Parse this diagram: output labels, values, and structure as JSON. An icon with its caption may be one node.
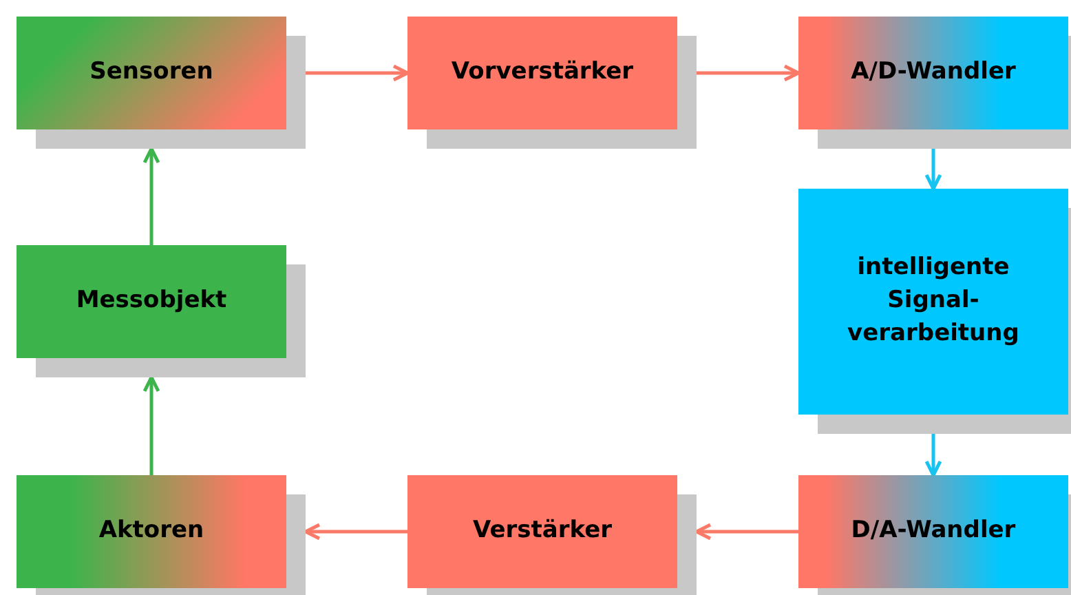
{
  "diagram": {
    "nodes": [
      {
        "text": [
          "Sensoren"
        ]
      },
      {
        "text": [
          "Vorverstärker"
        ]
      },
      {
        "text": [
          "A/D-Wandler"
        ]
      },
      {
        "text": [
          "intelligente Signal- verarbeitung"
        ]
      },
      {
        "text": [
          "D/A-Wandler"
        ]
      },
      {
        "text": [
          "Verstärker"
        ]
      },
      {
        "text": [
          "Aktoren"
        ]
      },
      {
        "text": [
          "Messobjekt"
        ]
      }
    ],
    "edges": [
      {
        "from": 0,
        "to": 1,
        "arrow": "to"
      },
      {
        "from": 1,
        "to": 2,
        "arrow": "to"
      },
      {
        "from": 2,
        "to": 3,
        "arrow": "to",
        "color": "#19c3f0"
      },
      {
        "from": 3,
        "to": 4,
        "arrow": "to",
        "color": "#19c3f0"
      },
      {
        "from": 4,
        "to": 5,
        "arrow": "to"
      },
      {
        "from": 5,
        "to": 6,
        "arrow": "to"
      },
      {
        "from": 6,
        "to": 7,
        "arrow": "to",
        "color": "#3cb44b"
      },
      {
        "from": 7,
        "to": 0,
        "arrow": "to",
        "color": "#3cb44b"
      }
    ]
  }
}
